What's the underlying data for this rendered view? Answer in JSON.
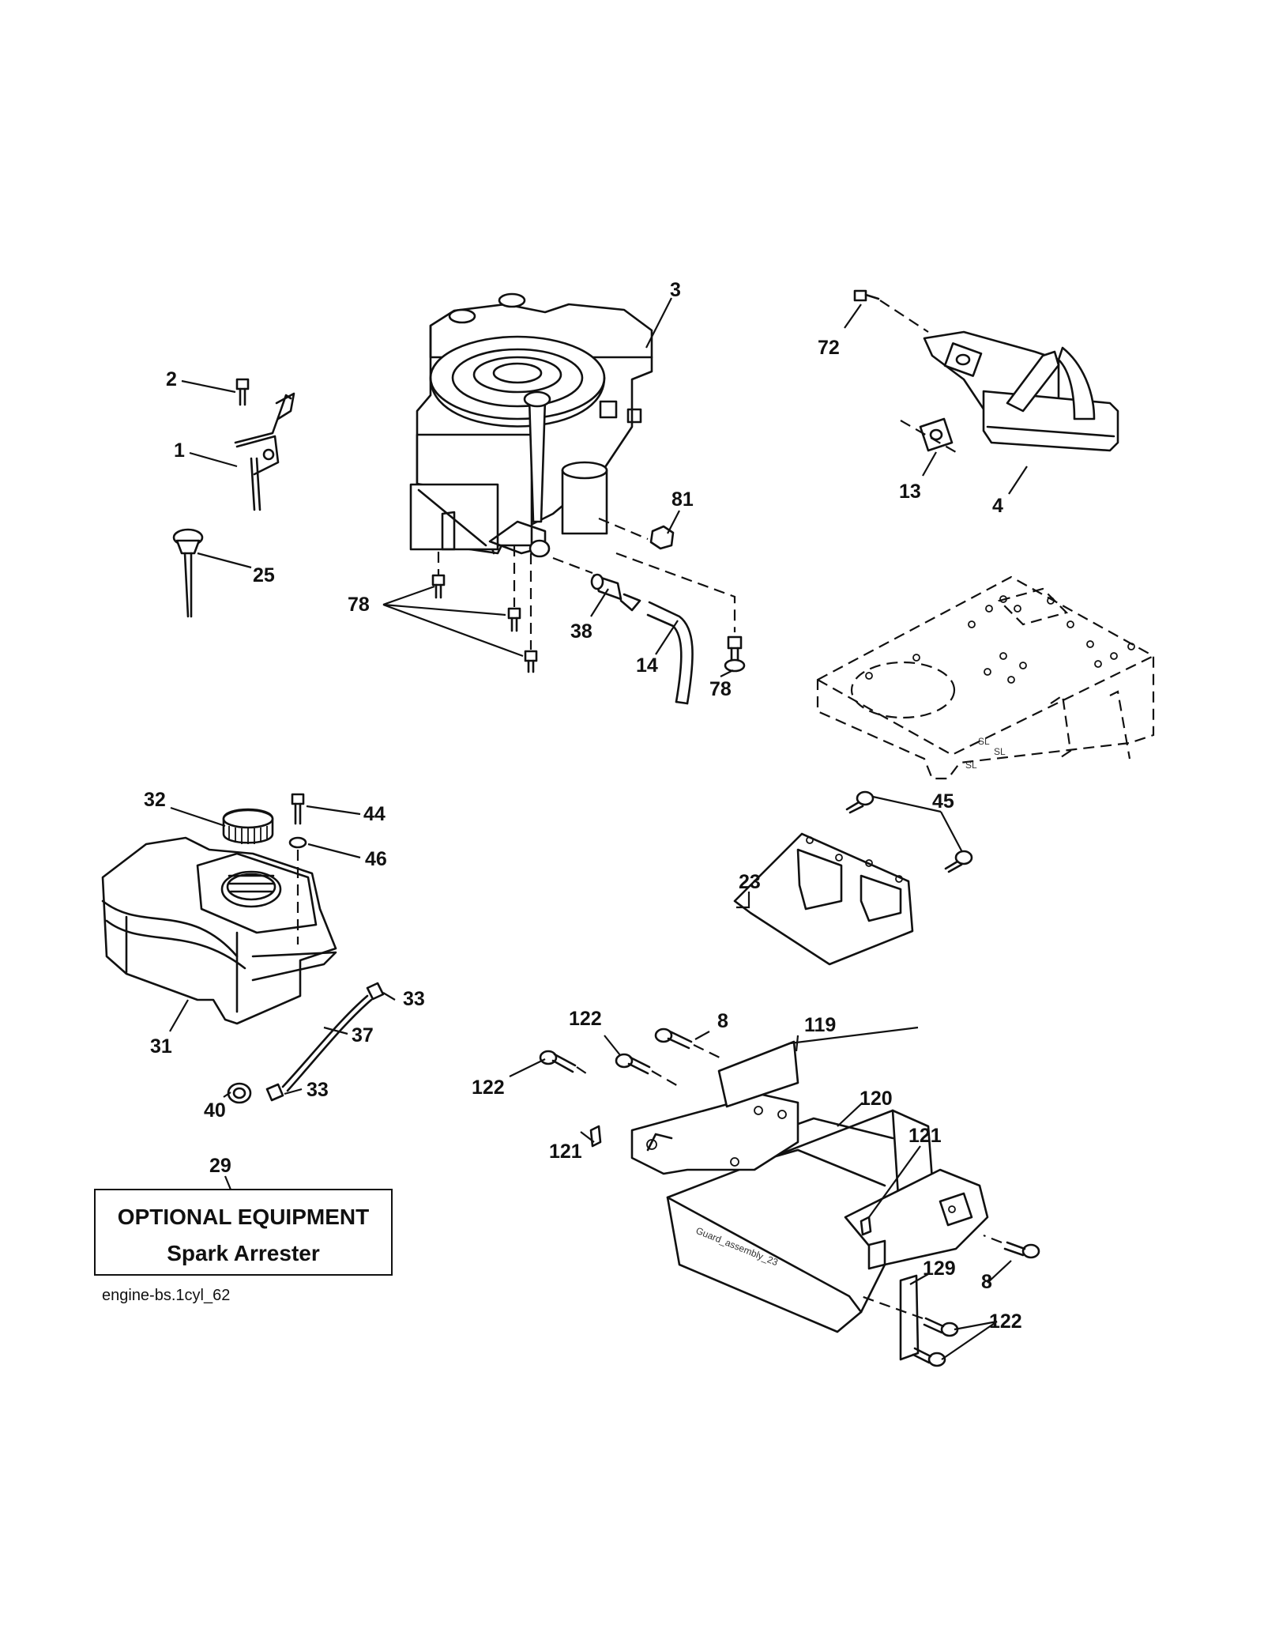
{
  "callouts": {
    "c1": "1",
    "c2": "2",
    "c3": "3",
    "c4": "4",
    "c8a": "8",
    "c8b": "8",
    "c13": "13",
    "c14": "14",
    "c23": "23",
    "c25": "25",
    "c29": "29",
    "c31": "31",
    "c32": "32",
    "c33a": "33",
    "c33b": "33",
    "c37": "37",
    "c38": "38",
    "c40": "40",
    "c44": "44",
    "c45": "45",
    "c46": "46",
    "c72": "72",
    "c78a": "78",
    "c78b": "78",
    "c81": "81",
    "c119": "119",
    "c120": "120",
    "c121a": "121",
    "c121b": "121",
    "c122a": "122",
    "c122b": "122",
    "c122c": "122",
    "c129": "129"
  },
  "embossed_text": "Guard_assembly_23",
  "mount_plate_marks": [
    "SL",
    "SL",
    "SL"
  ],
  "optional_box": {
    "title": "OPTIONAL EQUIPMENT",
    "subtitle": "Spark Arrester"
  },
  "diagram_code": "engine-bs.1cyl_62"
}
